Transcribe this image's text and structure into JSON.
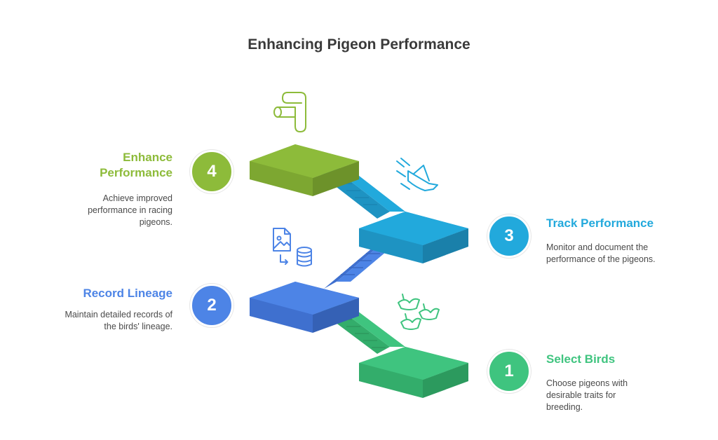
{
  "title": "Enhancing Pigeon Performance",
  "colors": {
    "step1": "#3fc47f",
    "step2": "#4d84e6",
    "step3": "#22a9dc",
    "step4": "#8dbb3a"
  },
  "steps": [
    {
      "number": "1",
      "heading": "Select Birds",
      "description": "Choose pigeons with desirable traits for breeding.",
      "icon": "birds-icon"
    },
    {
      "number": "2",
      "heading": "Record Lineage",
      "description": "Maintain detailed records of the birds' lineage.",
      "icon": "image-database-icon"
    },
    {
      "number": "3",
      "heading": "Track Performance",
      "description": "Monitor and document the performance of the pigeons.",
      "icon": "flying-pigeon-icon"
    },
    {
      "number": "4",
      "heading": "Enhance Performance",
      "description": "Achieve improved performance in racing pigeons.",
      "icon": "pipe-route-icon"
    }
  ]
}
